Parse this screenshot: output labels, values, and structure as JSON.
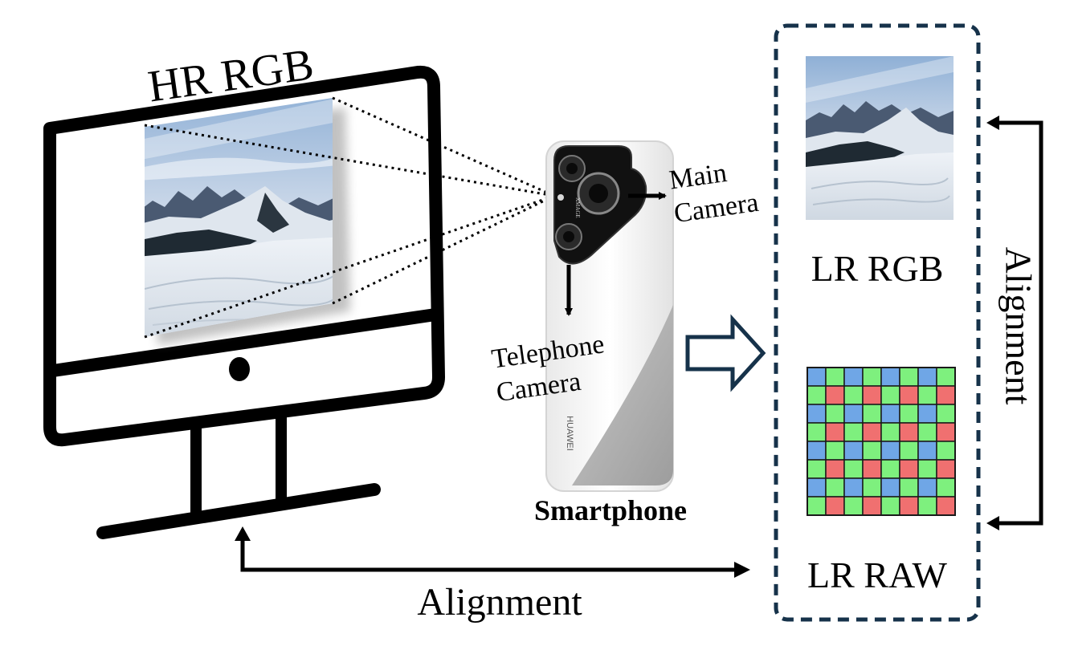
{
  "labels": {
    "hr_rgb": "HR RGB",
    "main_camera_line1": "Main",
    "main_camera_line2": "Camera",
    "telephone_camera_line1": "Telephone",
    "telephone_camera_line2": "Camera",
    "smartphone": "Smartphone",
    "lr_rgb": "LR RGB",
    "lr_raw": "LR RAW",
    "alignment_bottom": "Alignment",
    "alignment_right": "Alignment",
    "phone_brand": "HUAWEI",
    "lens_text": "XMAGE"
  },
  "bayer": {
    "rows": 8,
    "cols": 8,
    "pattern": [
      [
        "B",
        "G"
      ],
      [
        "G",
        "R"
      ]
    ],
    "colors": {
      "B": "#6fa6e6",
      "G": "#7ef07e",
      "R": "#f07070",
      "grid": "#1a1a1a"
    }
  },
  "colors": {
    "outline": "#000000",
    "dashed_box": "#16324a",
    "hollow_arrow": "#16324a"
  }
}
